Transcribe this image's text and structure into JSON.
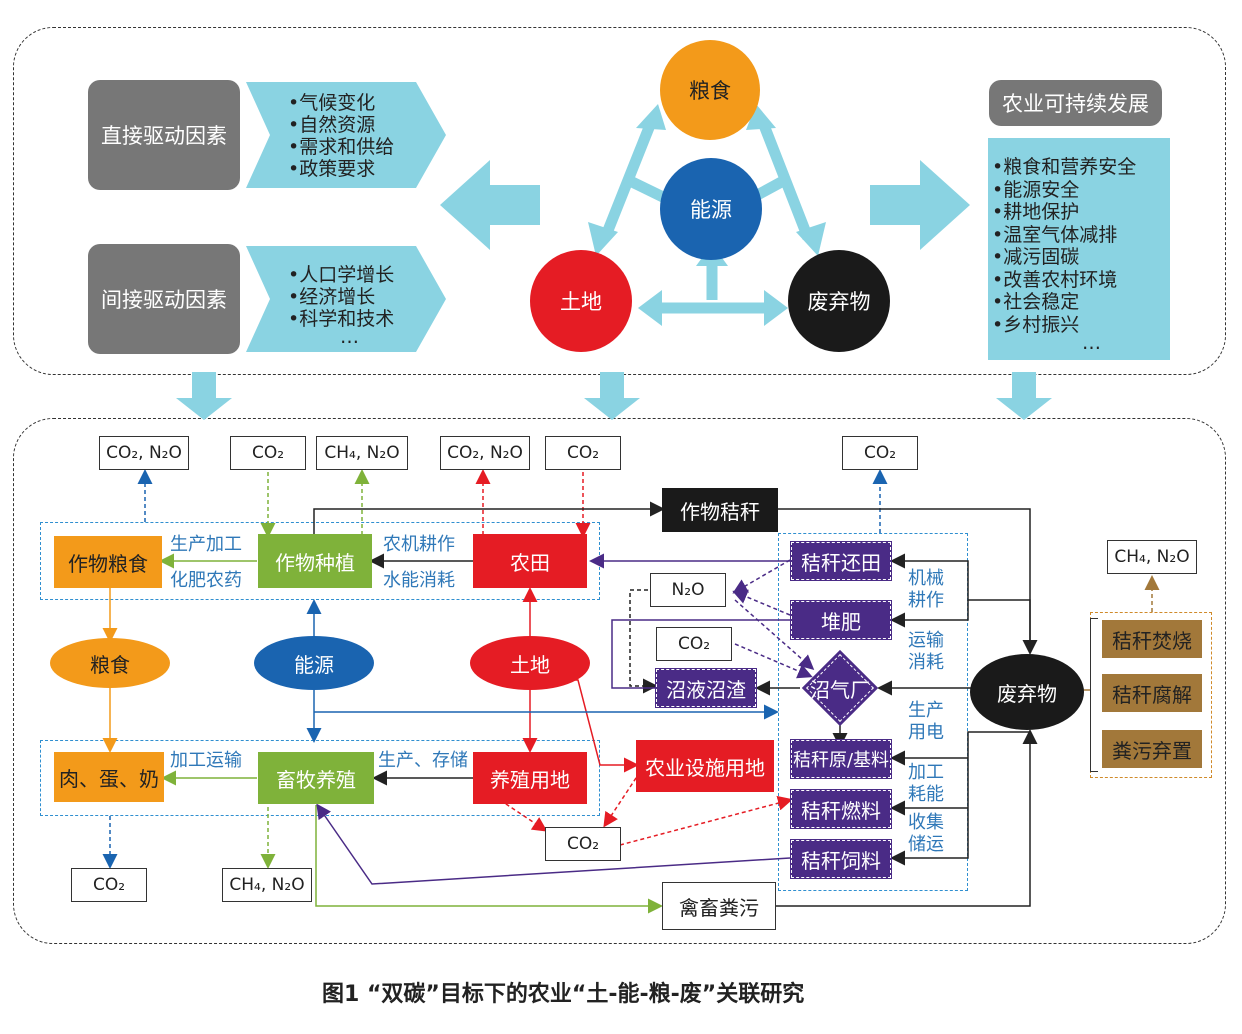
{
  "top": {
    "direct_label": "直接驱动因素",
    "direct_items": [
      "•气候变化",
      "•自然资源",
      "•需求和供给",
      "•政策要求",
      "…"
    ],
    "indirect_label": "间接驱动因素",
    "indirect_items": [
      "•人口学增长",
      "•经济增长",
      "•科学和技术",
      "…"
    ],
    "food": "粮食",
    "energy": "能源",
    "land": "土地",
    "waste": "废弃物",
    "sustain_title": "农业可持续发展",
    "sustain_items": [
      "•粮食和营养安全",
      "•能源安全",
      "•耕地保护",
      "•温室气体减排",
      "•减污固碳",
      "•改善农村环境",
      "•社会稳定",
      "•乡村振兴",
      "…"
    ]
  },
  "gas": {
    "co2n2o": "CO₂, N₂O",
    "co2": "CO₂",
    "ch4n2o": "CH₄, N₂O",
    "n2o": "N₂O"
  },
  "nodes": {
    "crop_grain": "作物粮食",
    "crop_planting": "作物种植",
    "farmland": "农田",
    "straw": "作物秸秆",
    "straw_return": "秸秆还田",
    "compost": "堆肥",
    "biogas_residue": "沼液沼渣",
    "biogas_plant": "沼气厂",
    "waste": "废弃物",
    "grain": "粮食",
    "energy": "能源",
    "land": "土地",
    "meat": "肉、蛋、奶",
    "livestock": "畜牧养殖",
    "breeding_land": "养殖用地",
    "facility_land": "农业设施用地",
    "straw_base": "秸秆原/基料",
    "straw_fuel": "秸秆燃料",
    "straw_feed": "秸秆饲料",
    "manure": "禽畜粪污",
    "burn": "秸秆焚烧",
    "rot": "秸秆腐解",
    "dung": "粪污弃置"
  },
  "labels": {
    "processing": "生产加工",
    "fertilizer": "化肥农药",
    "machinery": "农机耕作",
    "water": "水能消耗",
    "mech1": "机械",
    "mech2": "耕作",
    "trans1": "运输",
    "trans2": "消耗",
    "power1": "生产",
    "power2": "用电",
    "proc1": "加工",
    "proc2": "耗能",
    "collect1": "收集",
    "collect2": "储运",
    "transport": "加工运输",
    "production_storage": "生产、存储"
  },
  "caption": "图1   “双碳”目标下的农业“土-能-粮-废”关联研究",
  "colors": {
    "cyan": "#8ad3e2",
    "orange": "#f39a1a",
    "blue": "#1a64b0",
    "red": "#e51c24",
    "black": "#1a1a1a",
    "green": "#7fb23a",
    "purple": "#4a2b86",
    "brown": "#a2783a"
  }
}
